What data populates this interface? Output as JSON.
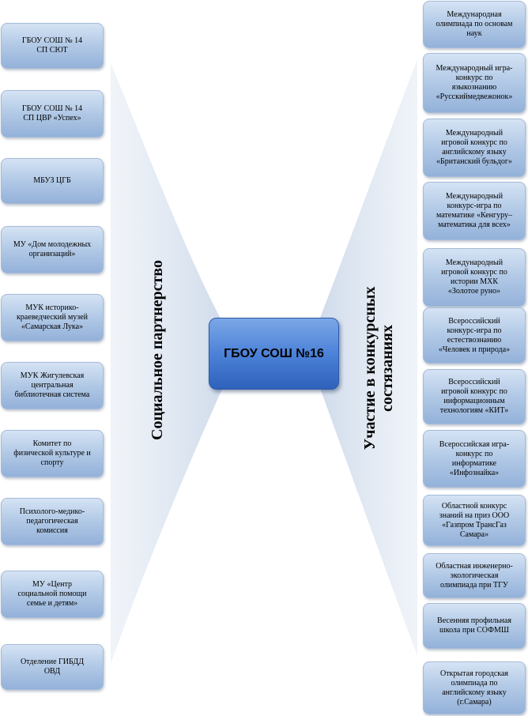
{
  "center": {
    "label": "ГБОУ СОШ №16"
  },
  "left_label": "Социальное партнерство",
  "right_label": [
    "Участие в конкурсных",
    "состязаниях"
  ],
  "left_items": [
    [
      "ГБОУ СОШ № 14",
      "СП СЮТ"
    ],
    [
      "ГБОУ СОШ № 14",
      "СП ЦВР «Успех»"
    ],
    [
      "МБУЗ ЦГБ"
    ],
    [
      "МУ «Дом молодежных",
      "организаций»"
    ],
    [
      "МУК историко-",
      "краеведческий музей",
      "«Самарская Лука»"
    ],
    [
      "МУК Жигулевская",
      "центральная",
      "библиотечная система"
    ],
    [
      "Комитет по",
      "физической культуре и",
      "спорту"
    ],
    [
      "Психолого-медико-",
      "педагогическая",
      "комиссия"
    ],
    [
      "МУ «Центр",
      "социальной помощи",
      "семье и детям»"
    ],
    [
      "Отделение ГИБДД",
      "ОВД"
    ]
  ],
  "right_items": [
    [
      "Международная",
      "олимпиада по основам",
      "наук"
    ],
    [
      "Международный игра-",
      "конкурс по",
      "языкознанию",
      "«Русскиймедвежонок»"
    ],
    [
      "Международный",
      "игровой конкурс по",
      "английскому языку",
      "«Британский бульдог»"
    ],
    [
      "Международный",
      "конкурс-игра по",
      "математике «Кенгуру–",
      "математика для всех»"
    ],
    [
      "Международный",
      "игровой конкурс по",
      "истории МХК",
      "«Золотое руно»"
    ],
    [
      "Всероссийский",
      "конкурс-игра по",
      "естествознанию",
      "«Человек и природа»"
    ],
    [
      "Всероссийский",
      "игровой конкурс по",
      "информационным",
      "технологиям «КИТ»"
    ],
    [
      "Всероссийская игра-",
      "конкурс по",
      "информатике",
      "«Инфознайка»"
    ],
    [
      "Областной конкурс",
      "знаний на приз ООО",
      "«Газпром ТрансГаз",
      "Самара»"
    ],
    [
      "Областная инженерно-",
      "экологическая",
      "олимпиада при ТГУ"
    ],
    [
      "Весенняя профильная",
      "школа при СОФМШ"
    ],
    [
      "Открытая городская",
      "олимпиада по",
      "английскому языку",
      "(г.Самара)"
    ]
  ]
}
